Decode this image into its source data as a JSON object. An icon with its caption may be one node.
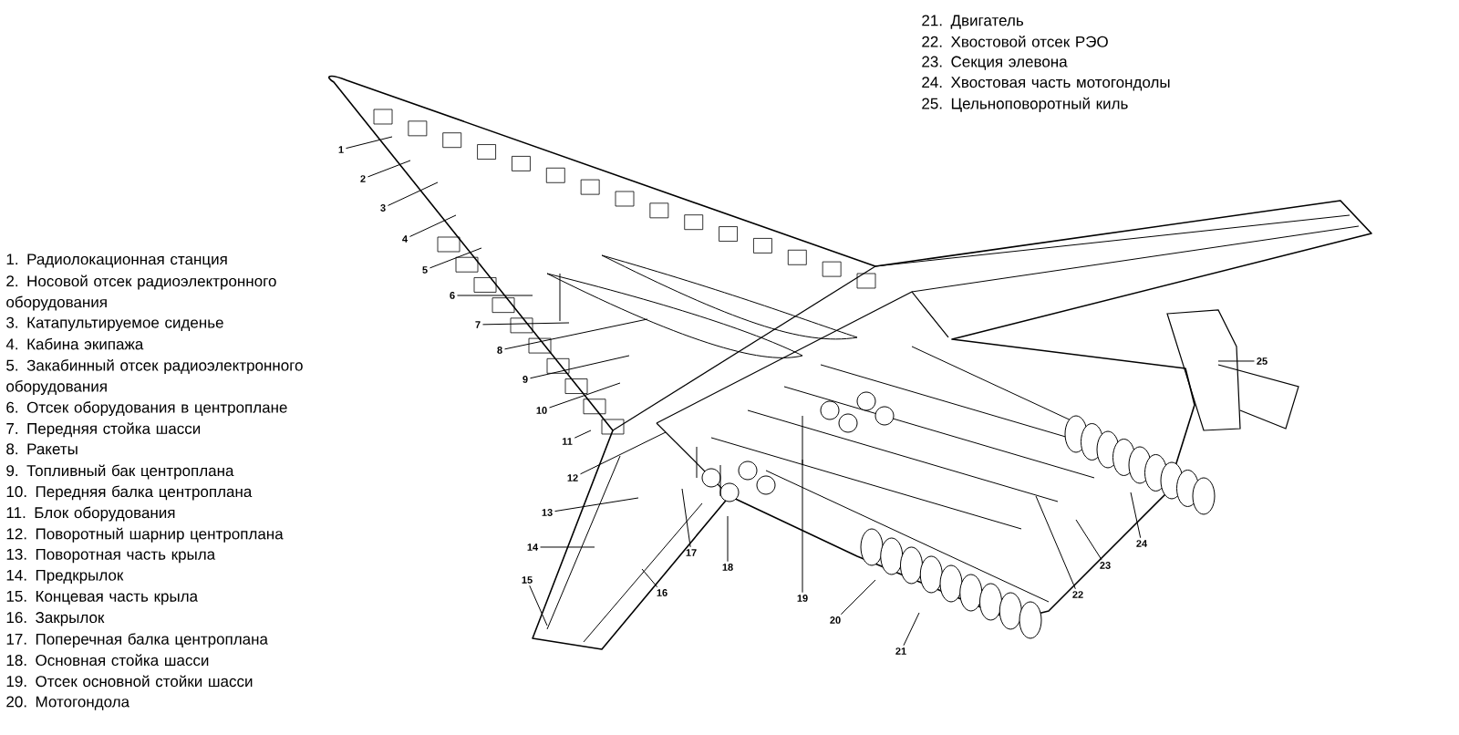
{
  "diagram": {
    "nodes": [
      {
        "text": [
          "1"
        ]
      },
      {
        "text": [
          "2"
        ]
      },
      {
        "text": [
          "3"
        ]
      },
      {
        "text": [
          "4"
        ]
      },
      {
        "text": [
          "5"
        ]
      },
      {
        "text": [
          "6"
        ]
      },
      {
        "text": [
          "7"
        ]
      },
      {
        "text": [
          "8"
        ]
      },
      {
        "text": [
          "9"
        ]
      },
      {
        "text": [
          "10"
        ]
      },
      {
        "text": [
          "11"
        ]
      },
      {
        "text": [
          "12"
        ]
      },
      {
        "text": [
          "13"
        ]
      },
      {
        "text": [
          "14"
        ]
      },
      {
        "text": [
          "15"
        ]
      },
      {
        "text": [
          "16"
        ]
      },
      {
        "text": [
          "17"
        ]
      },
      {
        "text": [
          "18"
        ]
      },
      {
        "text": [
          "19"
        ]
      },
      {
        "text": [
          "20"
        ]
      },
      {
        "text": [
          "21"
        ]
      },
      {
        "text": [
          "22"
        ]
      },
      {
        "text": [
          "23"
        ]
      },
      {
        "text": [
          "24"
        ]
      },
      {
        "text": [
          "25"
        ]
      }
    ],
    "edges": [
      {
        "from": 0,
        "to": null,
        "arrow": "none"
      },
      {
        "from": 1,
        "to": null,
        "arrow": "none"
      },
      {
        "from": 2,
        "to": null,
        "arrow": "none"
      },
      {
        "from": 3,
        "to": null,
        "arrow": "none"
      },
      {
        "from": 4,
        "to": null,
        "arrow": "none"
      },
      {
        "from": 5,
        "to": null,
        "arrow": "none"
      },
      {
        "from": 6,
        "to": null,
        "arrow": "none"
      },
      {
        "from": 7,
        "to": null,
        "arrow": "none"
      },
      {
        "from": 8,
        "to": null,
        "arrow": "none"
      },
      {
        "from": 9,
        "to": null,
        "arrow": "none"
      },
      {
        "from": 10,
        "to": null,
        "arrow": "none"
      },
      {
        "from": 11,
        "to": null,
        "arrow": "none"
      },
      {
        "from": 12,
        "to": null,
        "arrow": "none"
      },
      {
        "from": 13,
        "to": null,
        "arrow": "none"
      },
      {
        "from": 14,
        "to": null,
        "arrow": "none"
      },
      {
        "from": 15,
        "to": null,
        "arrow": "none"
      },
      {
        "from": 16,
        "to": null,
        "arrow": "none"
      },
      {
        "from": 17,
        "to": null,
        "arrow": "none"
      },
      {
        "from": 18,
        "to": null,
        "arrow": "none"
      },
      {
        "from": 19,
        "to": null,
        "arrow": "none"
      },
      {
        "from": 20,
        "to": null,
        "arrow": "none"
      },
      {
        "from": 21,
        "to": null,
        "arrow": "none"
      },
      {
        "from": 22,
        "to": null,
        "arrow": "none"
      },
      {
        "from": 23,
        "to": null,
        "arrow": "none"
      },
      {
        "from": 24,
        "to": null,
        "arrow": "none"
      }
    ],
    "labels": [
      "21. Двигатель",
      "22. Хвостовой отсек РЭО",
      "23. Секция элевона",
      "24. Хвостовая часть мотогондолы",
      "25. Цельноповоротный киль",
      "1. Радиолокационная станция",
      "2. Носовой отсек радиоэлектронного оборудования",
      "3. Катапультируемое сиденье",
      "4. Кабина экипажа",
      "5. Закабинный отсек радиоэлектронного оборудования",
      "6. Отсек оборудования в центроплане",
      "7. Передняя стойка шасси",
      "8. Ракеты",
      "9. Топливный бак центроплана",
      "10. Передняя балка центроплана",
      "11. Блок оборудования",
      "12. Поворотный шарнир центроплана",
      "13. Поворотная часть крыла",
      "14. Предкрылок",
      "15. Концевая часть крыла",
      "16. Закрылок",
      "17. Поперечная балка центроплана",
      "18. Основная стойка шасси",
      "19. Отсек основной стойки шасси",
      "20. Мотогондола"
    ]
  }
}
